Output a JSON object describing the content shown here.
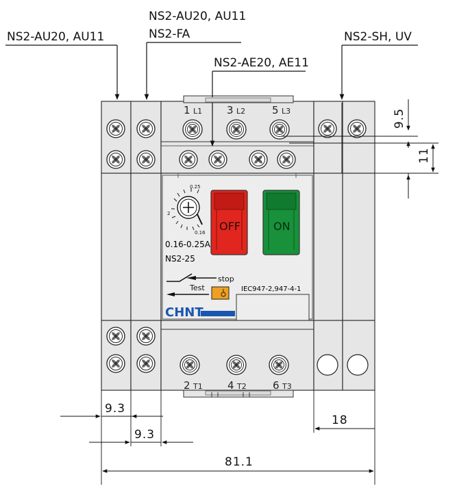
{
  "labels": {
    "aux_left": "NS2-AU20, AU11",
    "aux_top_line1": "NS2-AU20, AU11",
    "aux_top_line2": "NS2-FA",
    "aux_front": "NS2-AE20, AE11",
    "shunt": "NS2-SH, UV"
  },
  "terminals_top": [
    {
      "num": "1",
      "sub": "L1"
    },
    {
      "num": "3",
      "sub": "L2"
    },
    {
      "num": "5",
      "sub": "L3"
    }
  ],
  "terminals_bottom": [
    {
      "num": "2",
      "sub": "T1"
    },
    {
      "num": "4",
      "sub": "T2"
    },
    {
      "num": "6",
      "sub": "T3"
    }
  ],
  "dial": {
    "top_value": "0.25",
    "left_value": "2",
    "bottom_value": "0.16"
  },
  "panel": {
    "current_range": "0.16-0.25A",
    "model": "NS2-25",
    "off_label": "OFF",
    "on_label": "ON",
    "stop_label": "stop",
    "test_label": "Test",
    "standard": "IEC947-2,947-4-1",
    "brand": "CHNT"
  },
  "dimensions": {
    "aux_width_1": "9.3",
    "aux_width_2": "9.3",
    "shunt_width": "18",
    "total_width": "81.1",
    "terminal_top_offset": "9.5",
    "terminal_pitch": "11"
  },
  "colors": {
    "off_button": "#e0261e",
    "on_button": "#18913a",
    "brand_blue": "#1a56b0",
    "test_button": "#f0a020",
    "housing": "#e6e6e6"
  }
}
